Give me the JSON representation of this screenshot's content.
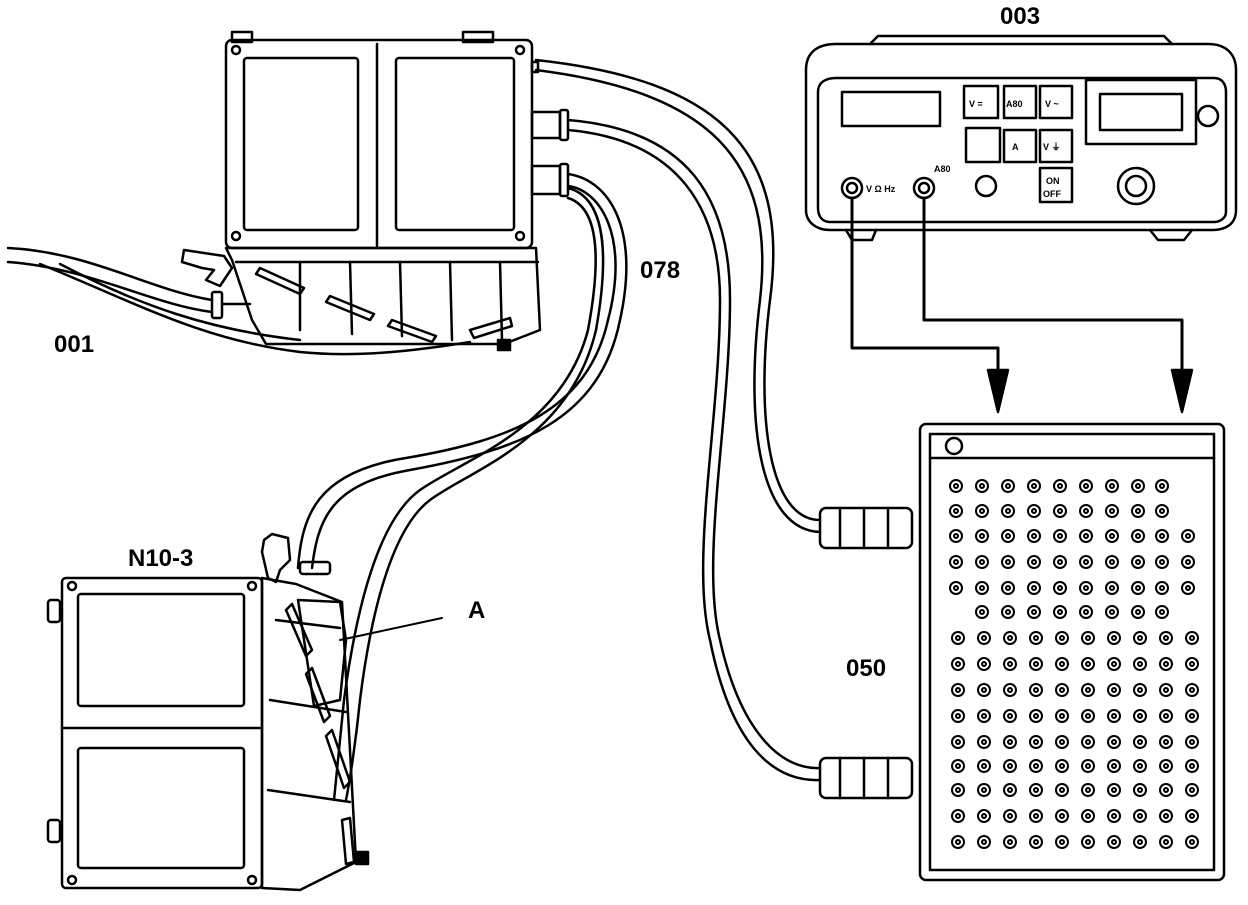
{
  "labels": {
    "unit_001": "001",
    "unit_003": "003",
    "cable_078": "078",
    "box_050": "050",
    "module_n10": "N10-3",
    "part_a": "A"
  },
  "meter": {
    "btn_v_left": "V =",
    "btn_a80_top": "A80",
    "btn_v_right": "V ~",
    "btn_a": "A",
    "btn_v_down": "V ⏚",
    "switch_on": "ON",
    "switch_off": "OFF",
    "jack_label": "V Ω Hz",
    "jack_a80": "A80"
  },
  "colors": {
    "ink": "#000000",
    "paper": "#ffffff"
  }
}
